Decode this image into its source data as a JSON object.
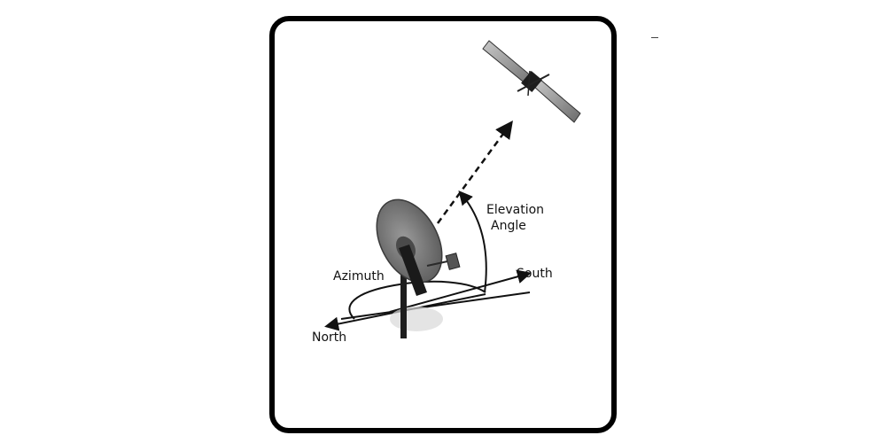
{
  "labels": {
    "elevation_angle_line1": "Elevation",
    "elevation_angle_line2": "Angle",
    "azimuth": "Azimuth",
    "south": "South",
    "north": "North"
  },
  "margin_mark": "–",
  "colors": {
    "frame": "#000000",
    "dish_face": "#7a7a7a",
    "dish_dark": "#2b2b2b",
    "satellite_panel": "#9a9a9a",
    "line": "#111111"
  }
}
